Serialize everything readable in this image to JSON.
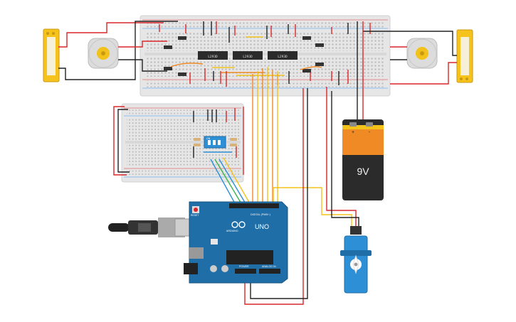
{
  "chips": {
    "chip1": "L293D",
    "chip2": "L293D",
    "chip3": "L293D"
  },
  "battery": {
    "voltage": "9V",
    "plus": "+",
    "minus": "-"
  },
  "arduino": {
    "model": "UNO",
    "brand": "ARDUINO",
    "digital_label": "DIGITAL (PWM~)",
    "power_label": "POWER",
    "analog_label": "ANALOG IN",
    "reset_label": "RESET"
  },
  "dip_switch": {
    "label": "ON"
  },
  "colors": {
    "wire_red": "#d9262b",
    "wire_black": "#222222",
    "wire_yellow": "#f2c21b",
    "wire_orange": "#f08a24",
    "wire_blue": "#2d8fd5",
    "wire_green": "#39b54a",
    "breadboard": "#e4e4e4",
    "arduino": "#1f6ea8"
  }
}
